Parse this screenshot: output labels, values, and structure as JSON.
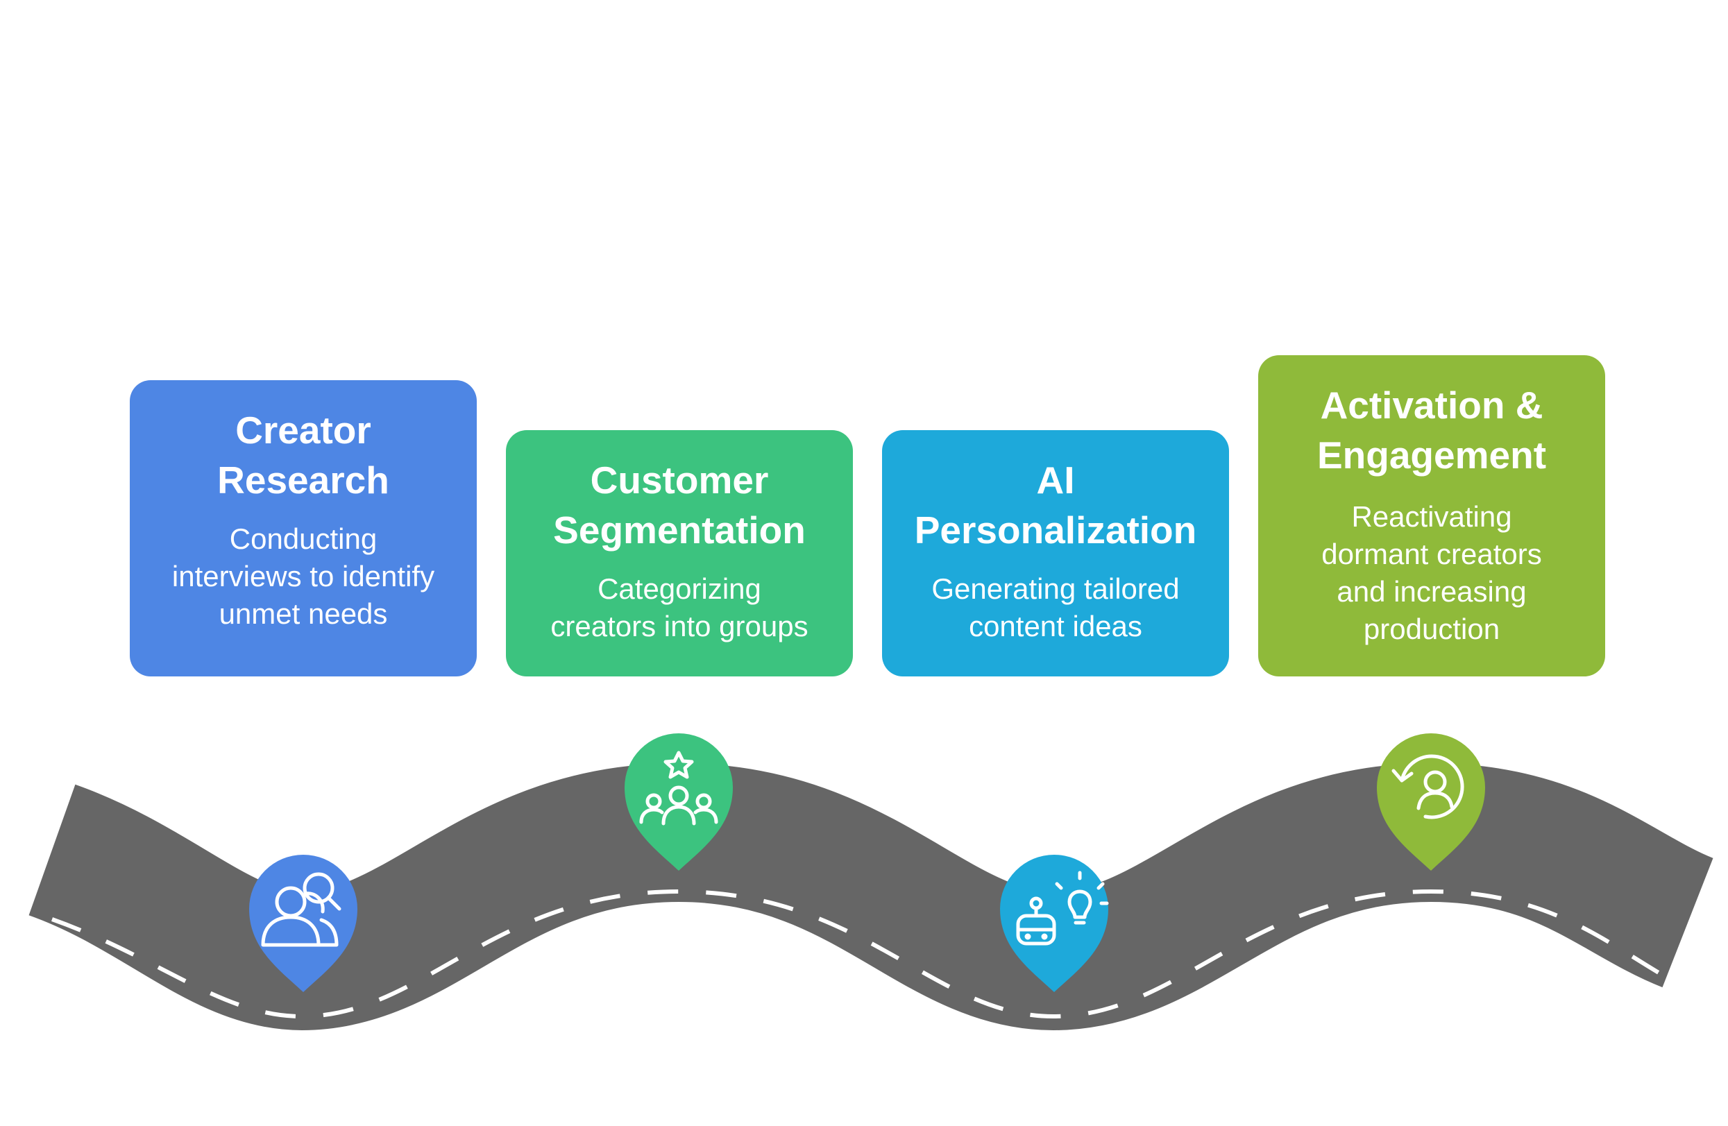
{
  "colors": {
    "road": "#666666",
    "road_dash": "#ffffff",
    "step1": "#4e86e4",
    "step2": "#3cc37f",
    "step3": "#1ea9da",
    "step4": "#8fba3a"
  },
  "steps": [
    {
      "title": "Creator\nResearch",
      "description": "Conducting\ninterviews to identify\nunmet needs",
      "icon": "user-search-icon"
    },
    {
      "title": "Customer\nSegmentation",
      "description": "Categorizing\ncreators into groups",
      "icon": "group-star-icon"
    },
    {
      "title": "AI\nPersonalization",
      "description": "Generating tailored\ncontent ideas",
      "icon": "robot-lightbulb-icon"
    },
    {
      "title": "Activation &\nEngagement",
      "description": "Reactivating\ndormant creators\nand increasing\nproduction",
      "icon": "user-refresh-icon"
    }
  ]
}
